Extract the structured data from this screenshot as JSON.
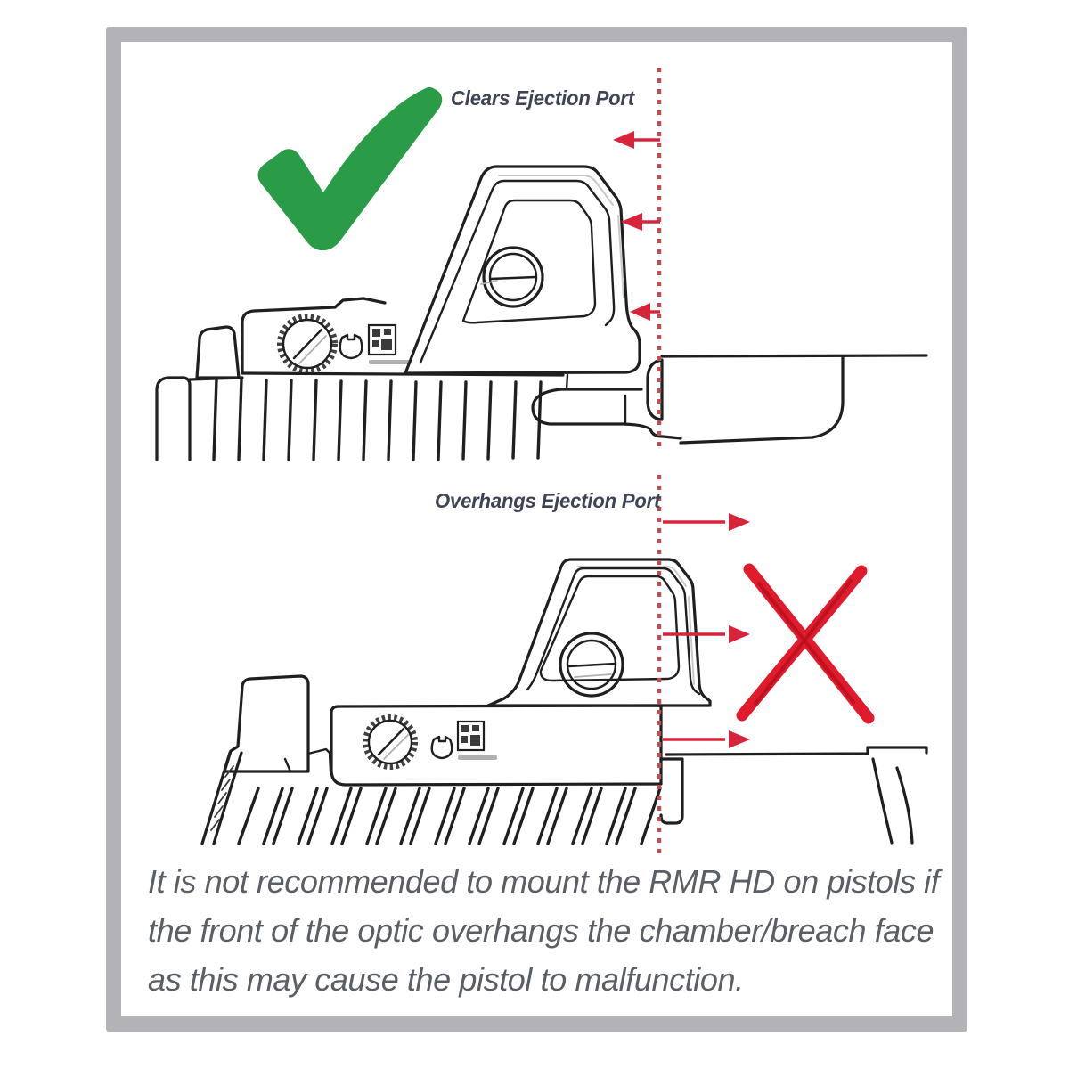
{
  "figure": {
    "type": "optic-mounting-instruction-diagram",
    "top_panel": {
      "label": "Clears Ejection Port",
      "result": "approved",
      "icon": "green-checkmark"
    },
    "bottom_panel": {
      "label": "Overhangs Ejection Port",
      "result": "rejected",
      "icon": "red-x"
    },
    "caption": {
      "lines": [
        "It is not recommended to mount the RMR HD on pistols if",
        "the front of the optic overhangs the chamber/breach face",
        "as this may cause the pistol to malfunction."
      ]
    }
  },
  "colors": {
    "ink": "#1f1f1f",
    "green": "#2a9c48",
    "red_arrow": "#d8243a",
    "red_dash": "#bf4e52",
    "red_x": "#e01b2b",
    "label": "#3e4456",
    "caption": "#5a5f66",
    "frame": "#b2b2b7",
    "bg": "#ffffff"
  }
}
